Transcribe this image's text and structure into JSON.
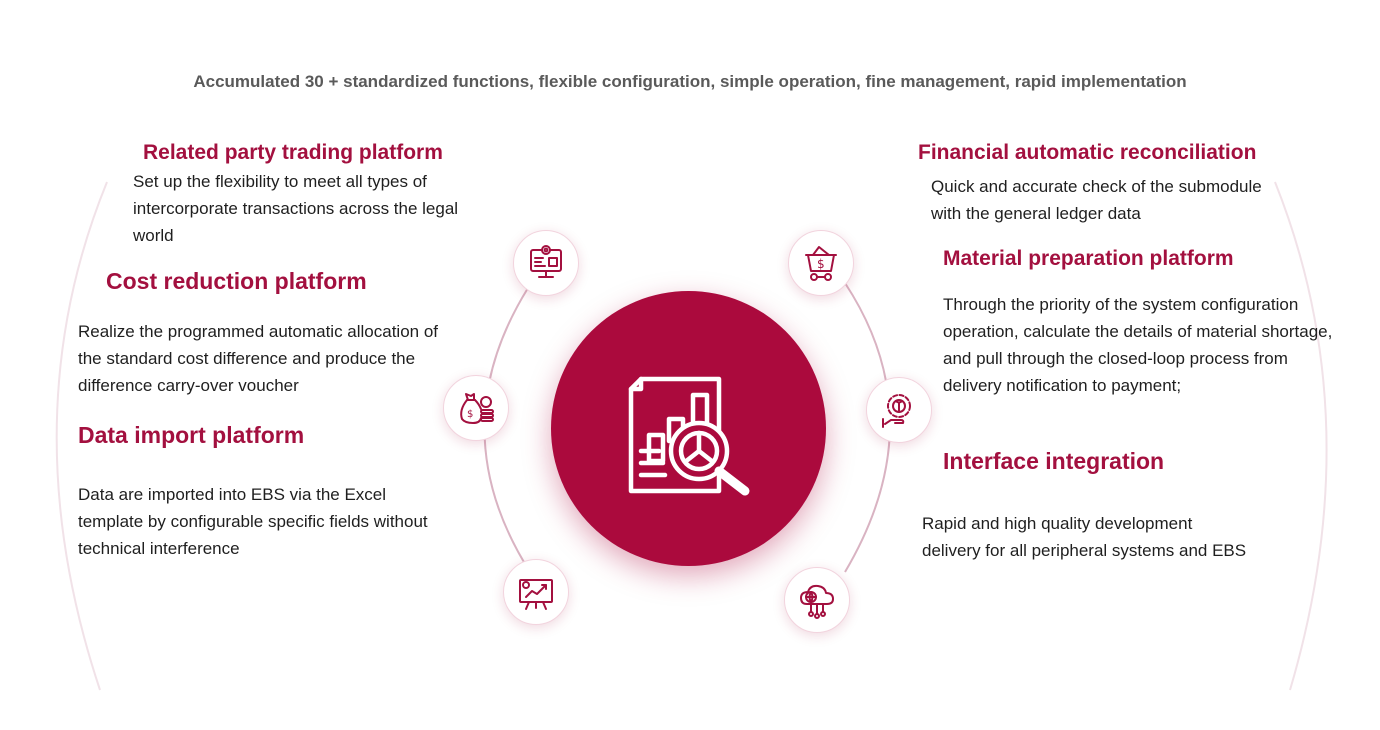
{
  "headline": "Accumulated 30 + standardized functions, flexible configuration, simple operation, fine management, rapid implementation",
  "colors": {
    "accent": "#a3103f",
    "hub": "#ab0a3d",
    "ring": "#d9b3c2",
    "icon": "#a3103f"
  },
  "hub": {
    "icon": "document-magnifier-chart-icon"
  },
  "left": [
    {
      "title": "Related party trading platform",
      "description": "Set up the flexibility to meet all types of intercorporate transactions across the legal world",
      "icon": "monitor-settings-icon"
    },
    {
      "title": "Cost reduction platform",
      "description": "Realize the programmed automatic allocation of the standard cost difference and produce the difference carry-over voucher",
      "icon": "money-bag-coins-icon"
    },
    {
      "title": "Data import platform",
      "description": "Data are imported into EBS via the Excel template by configurable specific fields without technical interference",
      "icon": "presentation-board-icon"
    }
  ],
  "right": [
    {
      "title": "Financial automatic reconciliation",
      "description": "Quick and accurate check of the submodule with the general ledger data",
      "icon": "shopping-basket-dollar-icon"
    },
    {
      "title": "Material preparation platform",
      "description": "Through the priority of the system configuration operation, calculate the details of material shortage, and pull through the closed-loop process from delivery notification to payment;",
      "icon": "gear-wrench-hand-icon"
    },
    {
      "title": "Interface integration",
      "description": "Rapid and high quality development delivery for all peripheral systems and EBS",
      "icon": "cloud-network-icon"
    }
  ]
}
